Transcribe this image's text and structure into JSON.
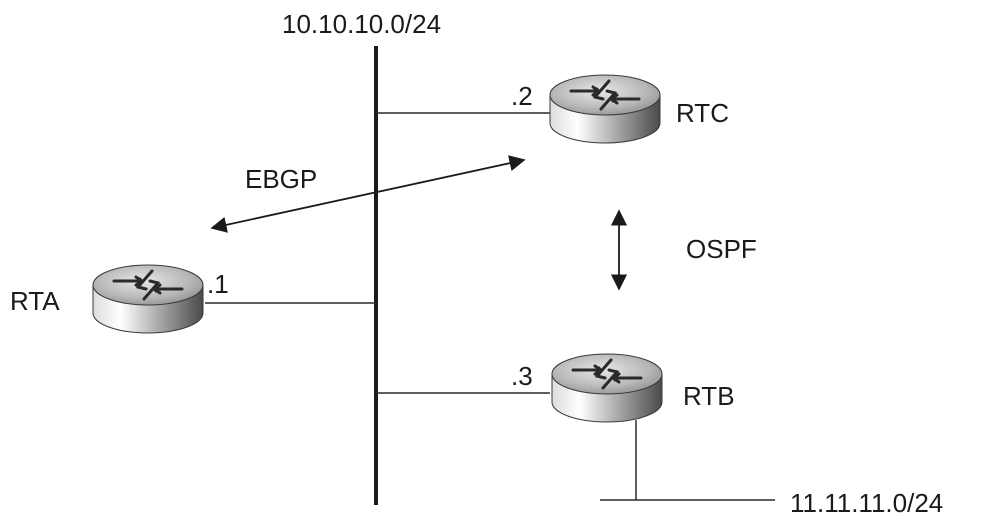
{
  "diagram": {
    "segment_top_label": "10.10.10.0/24",
    "segment_bottom_label": "11.11.11.0/24",
    "routers": {
      "rta": {
        "name": "RTA",
        "interface": ".1"
      },
      "rtb": {
        "name": "RTB",
        "interface": ".3"
      },
      "rtc": {
        "name": "RTC",
        "interface": ".2"
      }
    },
    "links": {
      "ebgp": "EBGP",
      "ospf": "OSPF"
    }
  }
}
